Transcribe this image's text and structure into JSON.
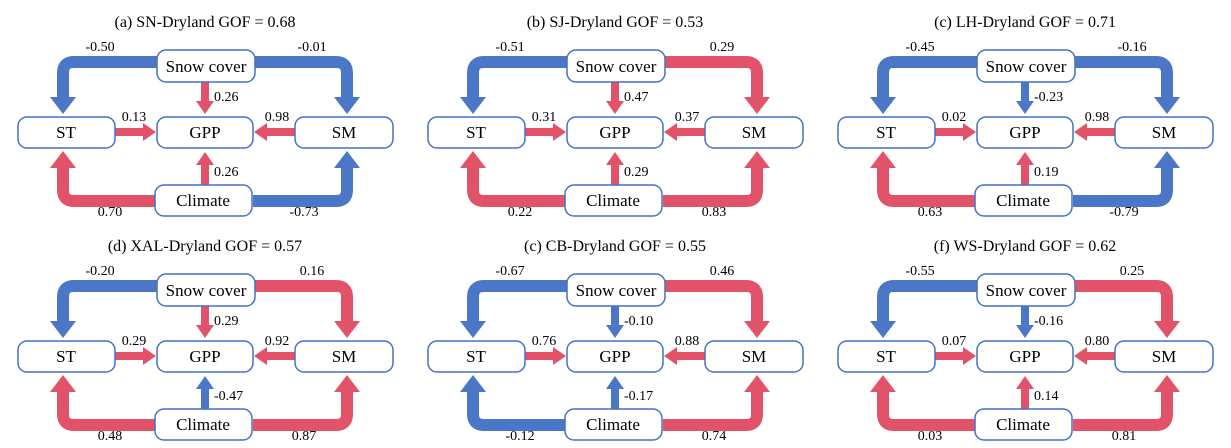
{
  "colors": {
    "positive_red": "#e2536a",
    "negative_blue": "#4c77c6",
    "box_border": "#4472c4",
    "text": "#000000"
  },
  "nodes": {
    "snow": "Snow cover",
    "st": "ST",
    "gpp": "GPP",
    "sm": "SM",
    "climate": "Climate"
  },
  "panels": [
    {
      "title": "(a) SN-Dryland  GOF = 0.68",
      "arrows": {
        "snow_st": {
          "label": "-0.50",
          "color": "#4c77c6"
        },
        "snow_sm": {
          "label": "-0.01",
          "color": "#4c77c6"
        },
        "snow_gpp": {
          "label": "0.26",
          "color": "#e2536a"
        },
        "st_gpp": {
          "label": "0.13",
          "color": "#e2536a"
        },
        "sm_gpp": {
          "label": "0.98",
          "color": "#e2536a"
        },
        "climate_gpp": {
          "label": "0.26",
          "color": "#e2536a"
        },
        "climate_st": {
          "label": "0.70",
          "color": "#e2536a"
        },
        "climate_sm": {
          "label": "-0.73",
          "color": "#4c77c6"
        }
      }
    },
    {
      "title": "(b) SJ-Dryland  GOF = 0.53",
      "arrows": {
        "snow_st": {
          "label": "-0.51",
          "color": "#4c77c6"
        },
        "snow_sm": {
          "label": "0.29",
          "color": "#e2536a"
        },
        "snow_gpp": {
          "label": "0.47",
          "color": "#e2536a"
        },
        "st_gpp": {
          "label": "0.31",
          "color": "#e2536a"
        },
        "sm_gpp": {
          "label": "0.37",
          "color": "#e2536a"
        },
        "climate_gpp": {
          "label": "0.29",
          "color": "#e2536a"
        },
        "climate_st": {
          "label": "0.22",
          "color": "#e2536a"
        },
        "climate_sm": {
          "label": "0.83",
          "color": "#e2536a"
        }
      }
    },
    {
      "title": "(c) LH-Dryland  GOF = 0.71",
      "arrows": {
        "snow_st": {
          "label": "-0.45",
          "color": "#4c77c6"
        },
        "snow_sm": {
          "label": "-0.16",
          "color": "#4c77c6"
        },
        "snow_gpp": {
          "label": "-0.23",
          "color": "#4c77c6"
        },
        "st_gpp": {
          "label": "0.02",
          "color": "#e2536a"
        },
        "sm_gpp": {
          "label": "0.98",
          "color": "#e2536a"
        },
        "climate_gpp": {
          "label": "0.19",
          "color": "#e2536a"
        },
        "climate_st": {
          "label": "0.63",
          "color": "#e2536a"
        },
        "climate_sm": {
          "label": "-0.79",
          "color": "#4c77c6"
        }
      }
    },
    {
      "title": "(d) XAL-Dryland  GOF = 0.57",
      "arrows": {
        "snow_st": {
          "label": "-0.20",
          "color": "#4c77c6"
        },
        "snow_sm": {
          "label": "0.16",
          "color": "#e2536a"
        },
        "snow_gpp": {
          "label": "0.29",
          "color": "#e2536a"
        },
        "st_gpp": {
          "label": "0.29",
          "color": "#e2536a"
        },
        "sm_gpp": {
          "label": "0.92",
          "color": "#e2536a"
        },
        "climate_gpp": {
          "label": "-0.47",
          "color": "#4c77c6"
        },
        "climate_st": {
          "label": "0.48",
          "color": "#e2536a"
        },
        "climate_sm": {
          "label": "0.87",
          "color": "#e2536a"
        }
      }
    },
    {
      "title": "(c) CB-Dryland  GOF = 0.55",
      "arrows": {
        "snow_st": {
          "label": "-0.67",
          "color": "#4c77c6"
        },
        "snow_sm": {
          "label": "0.46",
          "color": "#e2536a"
        },
        "snow_gpp": {
          "label": "-0.10",
          "color": "#4c77c6"
        },
        "st_gpp": {
          "label": "0.76",
          "color": "#e2536a"
        },
        "sm_gpp": {
          "label": "0.88",
          "color": "#e2536a"
        },
        "climate_gpp": {
          "label": "-0.17",
          "color": "#4c77c6"
        },
        "climate_st": {
          "label": "-0.12",
          "color": "#4c77c6"
        },
        "climate_sm": {
          "label": "0.74",
          "color": "#e2536a"
        }
      }
    },
    {
      "title": "(f) WS-Dryland  GOF = 0.62",
      "arrows": {
        "snow_st": {
          "label": "-0.55",
          "color": "#4c77c6"
        },
        "snow_sm": {
          "label": "0.25",
          "color": "#e2536a"
        },
        "snow_gpp": {
          "label": "-0.16",
          "color": "#4c77c6"
        },
        "st_gpp": {
          "label": "0.07",
          "color": "#e2536a"
        },
        "sm_gpp": {
          "label": "0.80",
          "color": "#e2536a"
        },
        "climate_gpp": {
          "label": "0.14",
          "color": "#e2536a"
        },
        "climate_st": {
          "label": "0.03",
          "color": "#e2536a"
        },
        "climate_sm": {
          "label": "0.81",
          "color": "#e2536a"
        }
      }
    }
  ]
}
